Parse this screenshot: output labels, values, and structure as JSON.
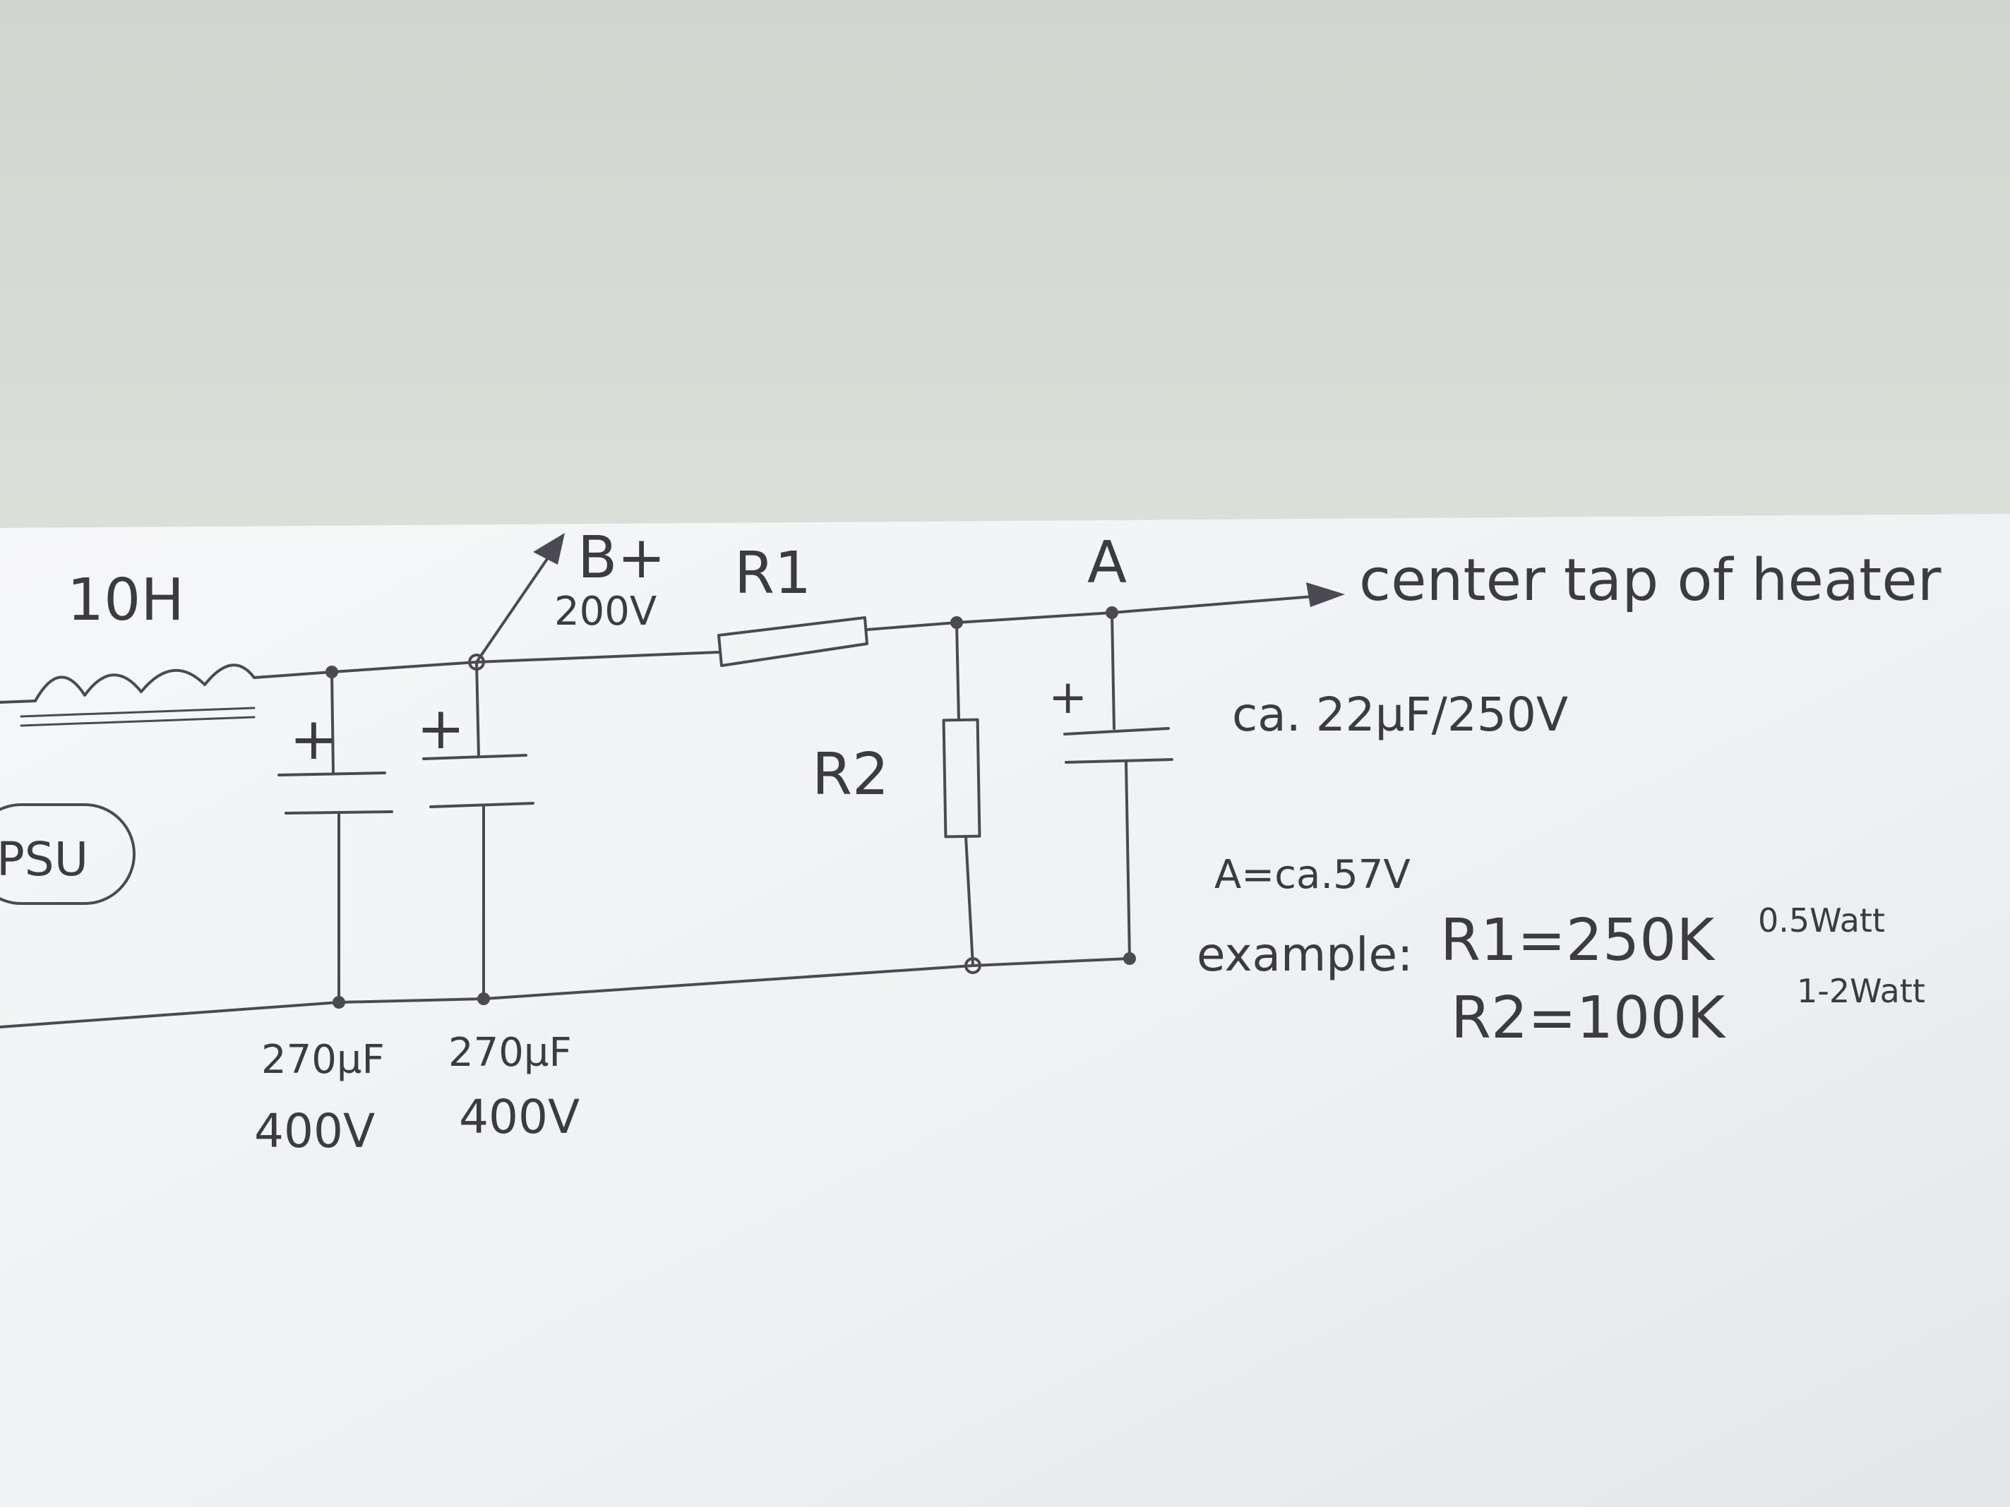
{
  "labels": {
    "inductor": "10H",
    "psu": "PSU",
    "bplus": "B+",
    "bplus_voltage": "200V",
    "r1": "R1",
    "r2": "R2",
    "node_a": "A",
    "output": "center tap of heater",
    "cap3_rating": "ca. 22µF/250V",
    "cap1_value": "270µF",
    "cap1_voltage": "400V",
    "cap2_value": "270µF",
    "cap2_voltage": "400V",
    "plus": "+",
    "a_voltage": "A=ca.57V",
    "example_prefix": "example:",
    "r1_example": "R1=250K",
    "r1_power": "0.5Watt",
    "r2_example": "R2=100K",
    "r2_power": "1-2Watt"
  },
  "colors": {
    "ink": "#4a4a50",
    "paper": "#f4f5f7",
    "wall": "#d6d9d3"
  }
}
